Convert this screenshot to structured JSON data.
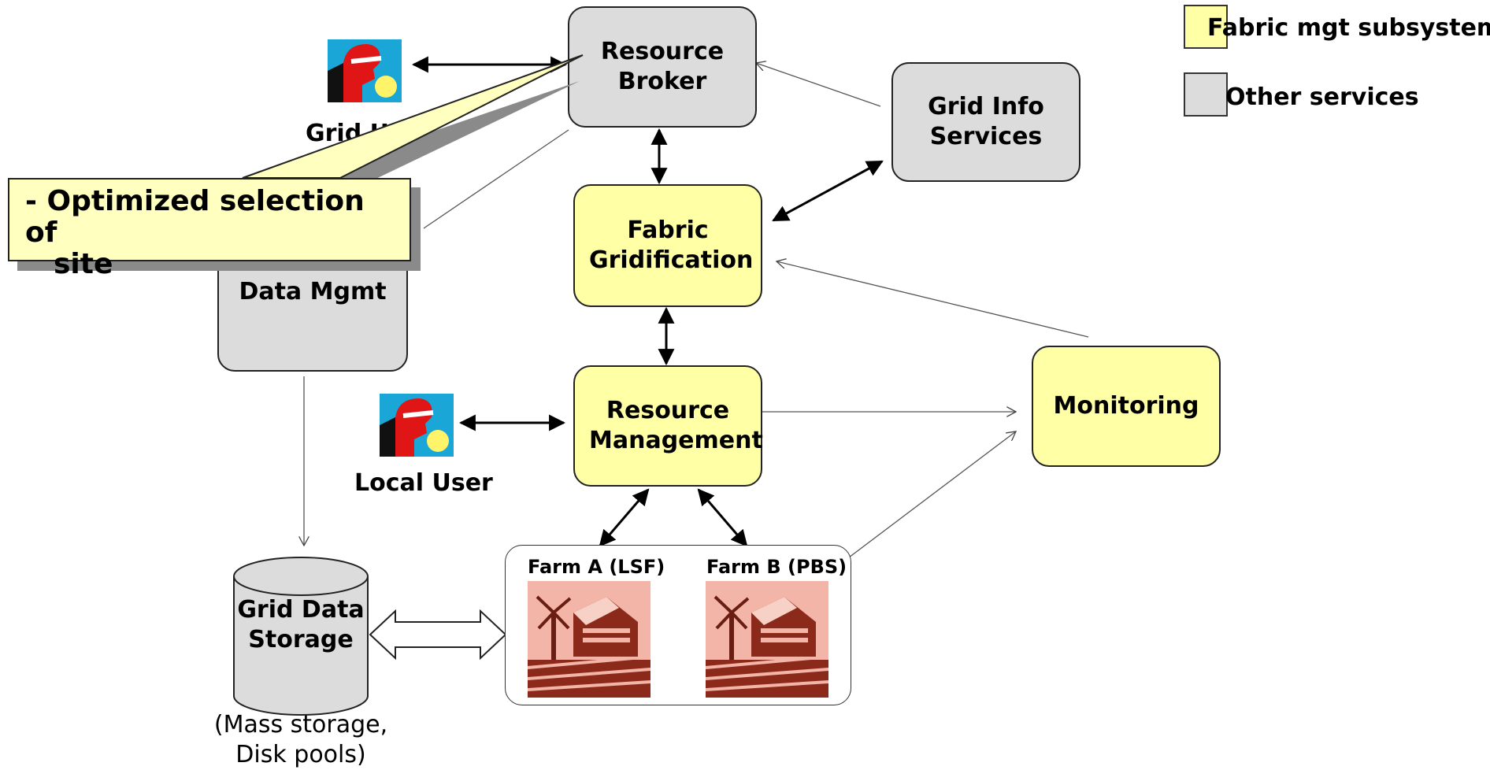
{
  "legend": {
    "fabric_label": "Fabric mgt subsystems",
    "other_label": "Other services",
    "fabric_color": "#ffffa6",
    "other_color": "#dcdcdc"
  },
  "nodes": {
    "resource_broker": "Resource Broker",
    "grid_info": "Grid Info Services",
    "fabric_gridification": "Fabric Gridification",
    "data_mgmt": "Data Mgmt",
    "resource_management": "Resource Management",
    "monitoring": "Monitoring",
    "grid_data_storage": "Grid Data Storage"
  },
  "users": {
    "grid_user": "Grid User",
    "local_user": "Local User"
  },
  "farms": {
    "farm_a": "Farm A (LSF)",
    "farm_b": "Farm B (PBS)"
  },
  "storage_note_line1": "(Mass storage,",
  "storage_note_line2": "Disk pools)",
  "callout": {
    "line1": "- Optimized selection of",
    "line2": "site"
  },
  "icons": {
    "user_icon": "person-with-sun-icon",
    "farm_icon": "barn-windmill-icon"
  }
}
